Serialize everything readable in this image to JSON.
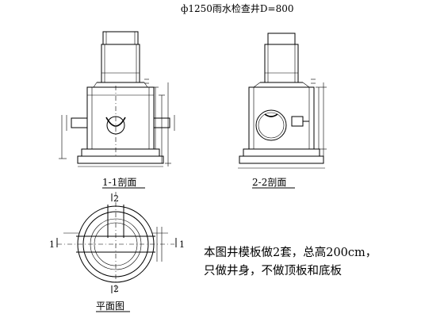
{
  "title": "ф1250雨水检查井D=800",
  "views": {
    "section_1_1": "1-1剖面",
    "section_2_2": "2-2剖面",
    "plan": "平面图"
  },
  "section_marks": {
    "one": "1",
    "two": "2"
  },
  "note": {
    "line1": "本图井模板做2套，总高200cm，",
    "line2": "只做井身，不做顶板和底板"
  }
}
